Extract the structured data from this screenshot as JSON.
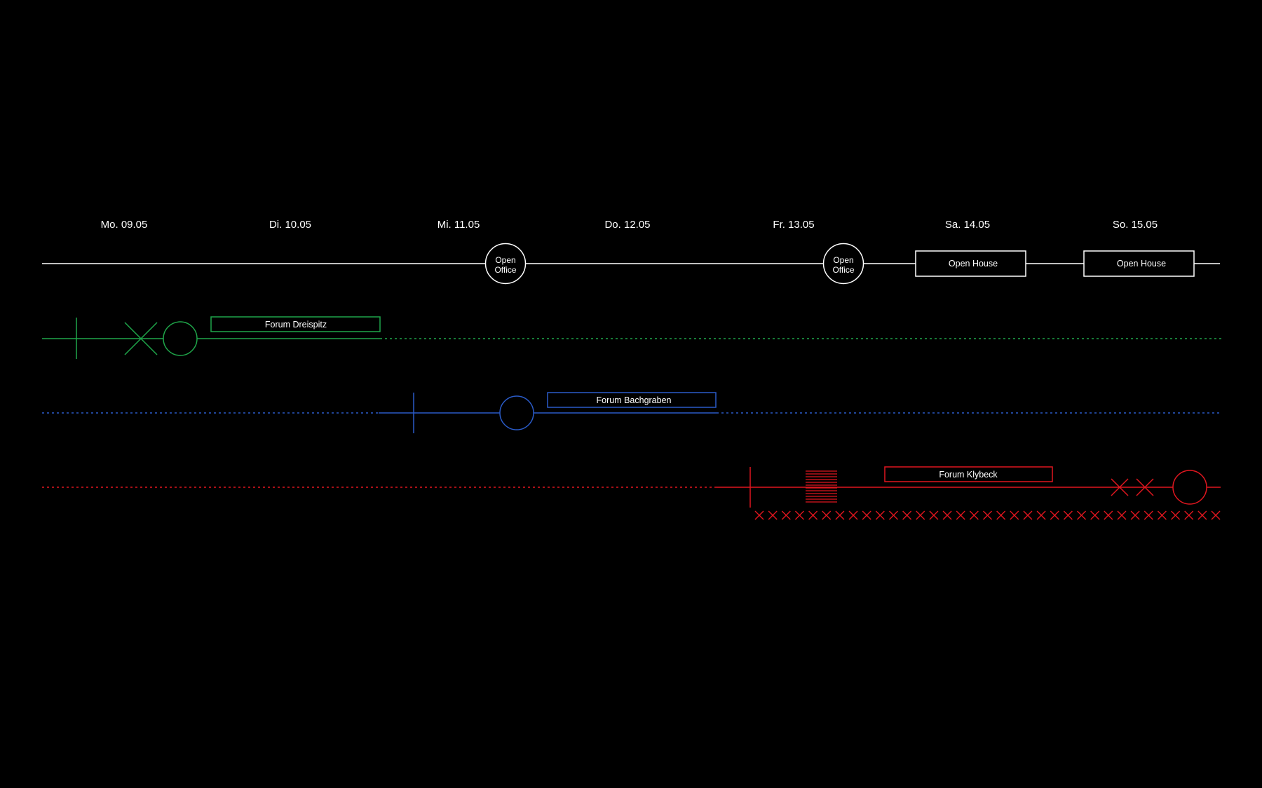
{
  "colors": {
    "background": "#000000",
    "timeline": "#ffffff",
    "dreispitz": "#1fa64a",
    "bachgraben": "#2a5bc8",
    "klybeck": "#e0161f"
  },
  "days": [
    {
      "label": "Mo. 09.05"
    },
    {
      "label": "Di. 10.05"
    },
    {
      "label": "Mi. 11.05"
    },
    {
      "label": "Do. 12.05"
    },
    {
      "label": "Fr. 13.05"
    },
    {
      "label": "Sa. 14.05"
    },
    {
      "label": "So. 15.05"
    }
  ],
  "timeline_events": {
    "open_office_1": {
      "line1": "Open",
      "line2": "Office"
    },
    "open_office_2": {
      "line1": "Open",
      "line2": "Office"
    },
    "open_house_1": {
      "label": "Open House"
    },
    "open_house_2": {
      "label": "Open House"
    }
  },
  "tracks": {
    "dreispitz": {
      "label": "Forum Dreispitz"
    },
    "bachgraben": {
      "label": "Forum Bachgraben"
    },
    "klybeck": {
      "label": "Forum Klybeck"
    }
  }
}
